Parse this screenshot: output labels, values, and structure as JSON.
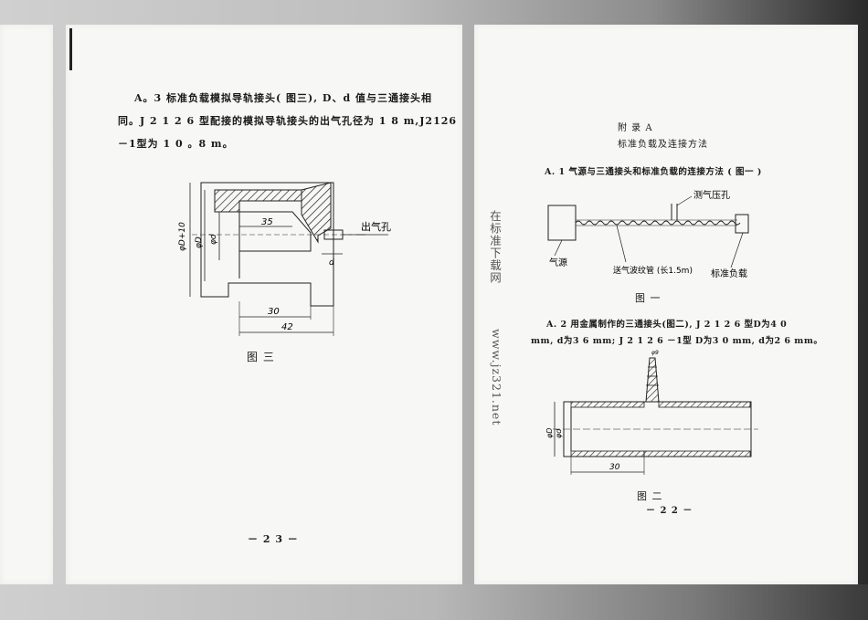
{
  "left_page": {
    "para_line1": "A。3   标准负载模拟导轨接头( 图三), D、d 值与三通接头相",
    "para_line2": "同。J 2 1 2 6 型配接的模拟导轨接头的出气孔径为 1 8 m,J2126",
    "para_line3": "－1型为 1 0 。8 m。",
    "figure": {
      "outlet_label": "出气孔",
      "dim_35": "35",
      "dim_30": "30",
      "dim_42": "42",
      "dim_D10": "φD+10",
      "dim_D": "φD",
      "dim_d": "φd",
      "dim_small_d": "d"
    },
    "caption": "图  三",
    "page_number": "－ 2 3 －"
  },
  "right_page": {
    "heading1": "附      录      A",
    "heading2": "标准负载及连接方法",
    "section_a1": "A. 1  气源与三通接头和标准负载的连接方法 ( 图一 )",
    "figure1": {
      "label_gauge": "测气压孔",
      "label_source": "气源",
      "label_hose": "送气波纹管 (长1.5m)",
      "label_load": "标准负载"
    },
    "caption1": "图  一",
    "section_a2_line1": "A. 2   用金属制作的三通接头(图二), J 2 1 2 6 型D为4 0",
    "section_a2_line2": "mm, d为3 6 mm; J 2 1 2 6 －1型 D为3 0 mm, d为2 6 mm。",
    "figure2": {
      "dim_30": "30",
      "dim_D": "φD",
      "dim_d": "φd",
      "dim_top": "φ9"
    },
    "caption2": "图  二",
    "page_number": "－ 2 2 －"
  },
  "watermark": {
    "line1": "在标准下载网",
    "line2": "www.jz321.net"
  }
}
